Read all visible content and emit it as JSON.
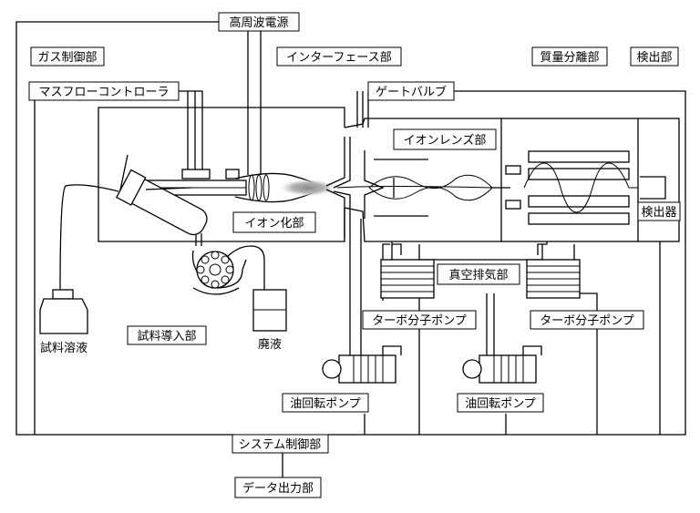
{
  "labels": {
    "rf_power": "高周波電源",
    "gas_control": "ガス制御部",
    "interface": "インターフェース部",
    "mass_sep": "質量分離部",
    "detection": "検出部",
    "mass_flow": "マスフローコントローラ",
    "gate_valve": "ゲートバルブ",
    "ion_lens": "イオンレンズ部",
    "ionization": "イオン化部",
    "detector": "検出器",
    "vacuum": "真空排気部",
    "turbo_left": "ターボ分子ポンプ",
    "turbo_right": "ターボ分子ポンプ",
    "sample_solution": "試料溶液",
    "sample_intro": "試料導入部",
    "waste": "廃液",
    "rotary_left": "油回転ポンプ",
    "rotary_right": "油回転ポンプ",
    "system_control": "システム制御部",
    "data_output": "データ出力部"
  },
  "icons": [
    "plasma-torch-icon",
    "spray-chamber-icon",
    "peristaltic-pump-icon",
    "sample-bottle-icon",
    "waste-bottle-icon",
    "rotary-pump-icon",
    "turbo-pump-icon",
    "quadrupole-icon",
    "ion-lens-icon",
    "sampling-cone-icon"
  ],
  "colors": {
    "plasma": "#9a9a9a",
    "line": "#000000",
    "background": "#ffffff"
  }
}
